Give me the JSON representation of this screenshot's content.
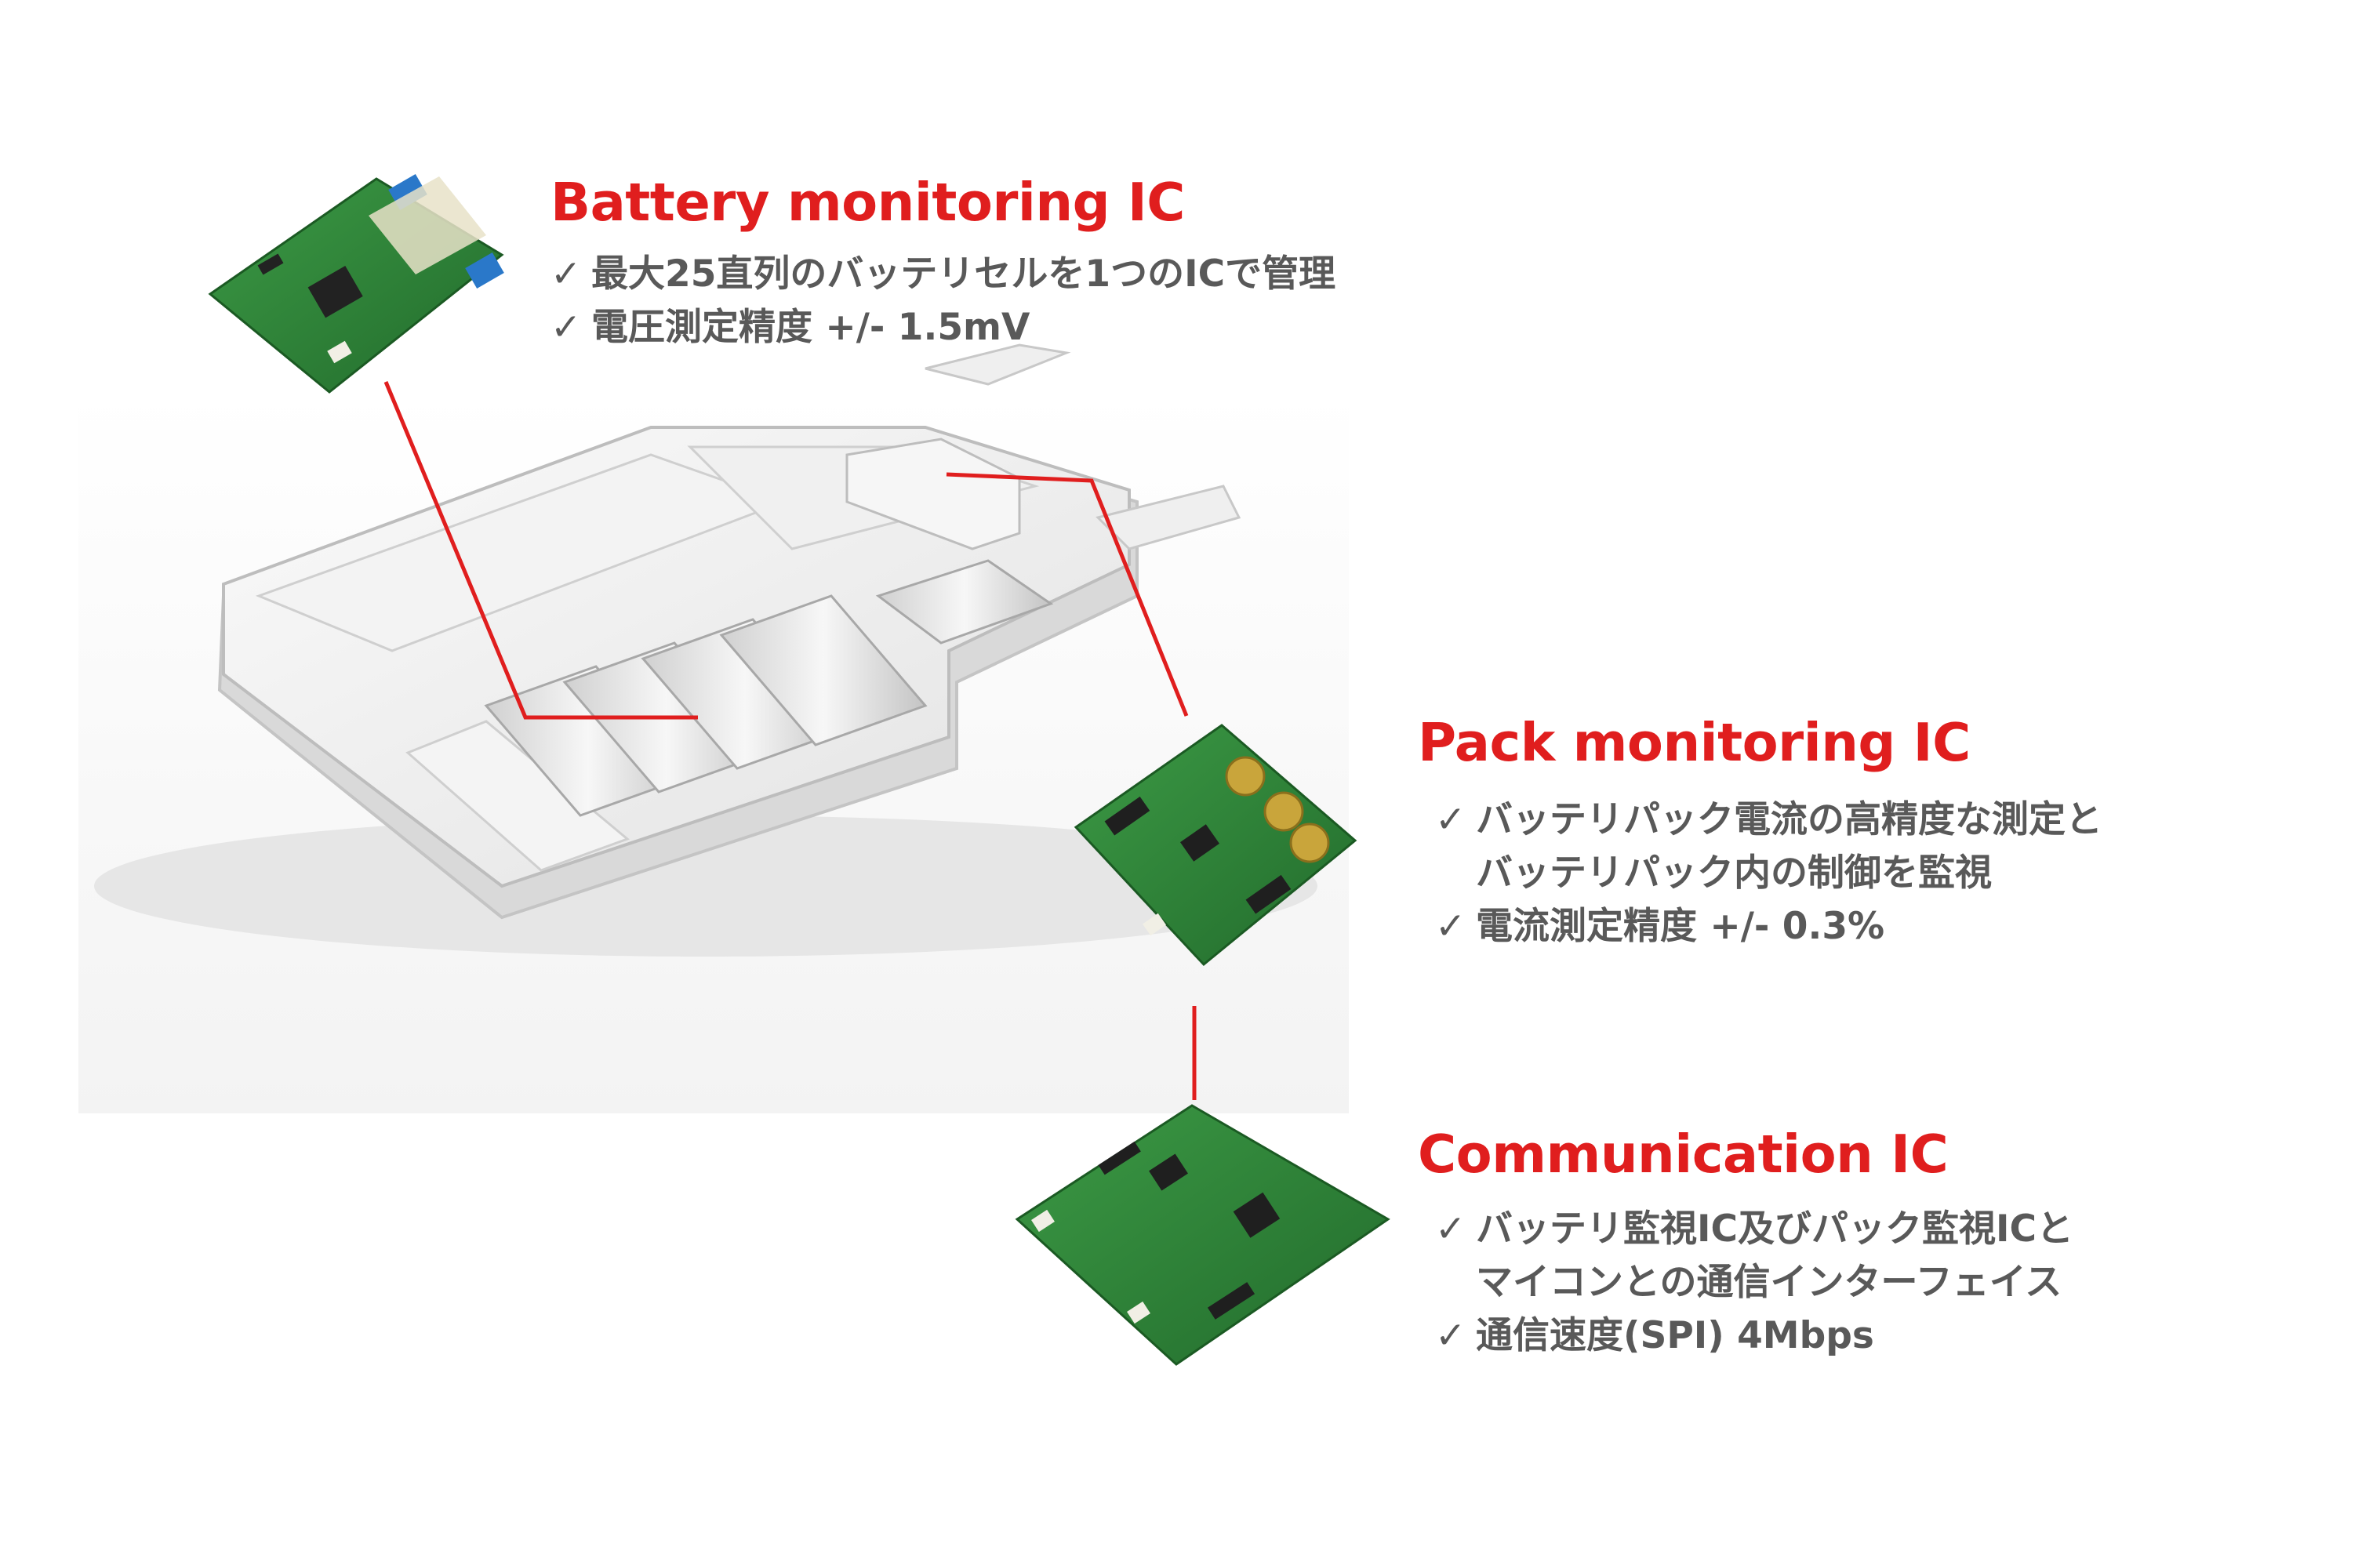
{
  "diagram": {
    "battery_ic": {
      "title": "Battery monitoring IC",
      "bullets": [
        {
          "mark": "✓",
          "text": "最大25直列のバッテリセルを1つのICで管理"
        },
        {
          "mark": "✓",
          "text": "電圧測定精度 +/- 1.5mV"
        }
      ]
    },
    "pack_ic": {
      "title": "Pack monitoring IC",
      "bullets": [
        {
          "mark": "✓",
          "text": "バッテリパック電流の高精度な測定と"
        },
        {
          "mark": "",
          "text": "バッテリパック内の制御を監視"
        },
        {
          "mark": "✓",
          "text": "電流測定精度 +/- 0.3%"
        }
      ]
    },
    "comm_ic": {
      "title": "Communication IC",
      "bullets": [
        {
          "mark": "✓",
          "text": "バッテリ監視IC及びパック監視ICと"
        },
        {
          "mark": "",
          "text": "マイコンとの通信インターフェイス"
        },
        {
          "mark": "✓",
          "text": "通信速度(SPI) 4Mbps"
        }
      ]
    },
    "colors": {
      "accent": "#e01e1e",
      "text": "#595959",
      "pcb": "#2f8a3a",
      "pack_body": "#e8e8e8"
    },
    "icons": [
      "check-mark-icon",
      "battery-pack-image",
      "pcb-board-image"
    ]
  }
}
